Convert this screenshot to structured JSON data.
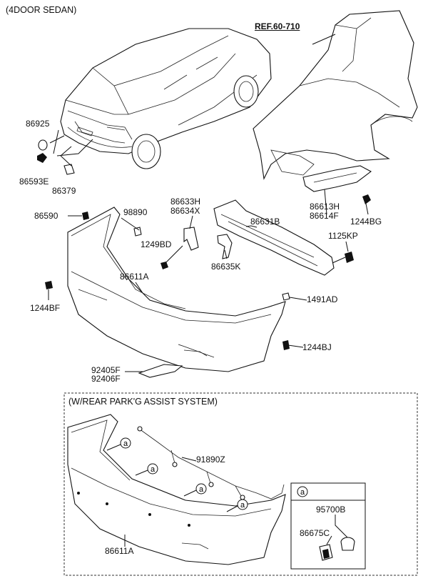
{
  "header": {
    "variant": "(4DOOR SEDAN)",
    "reference": "REF.60-710"
  },
  "part_numbers": {
    "p86925": "86925",
    "p86593E": "86593E",
    "p86379": "86379",
    "p86590": "86590",
    "p98890": "98890",
    "p86633H": "86633H",
    "p86634X": "86634X",
    "p86631B": "86631B",
    "p86613H": "86613H",
    "p86614F": "86614F",
    "p1244BG": "1244BG",
    "p1125KP": "1125KP",
    "p1249BD": "1249BD",
    "p86635K": "86635K",
    "p86611A": "86611A",
    "p1244BF": "1244BF",
    "p1491AD": "1491AD",
    "p1244BJ": "1244BJ",
    "p92405F": "92405F",
    "p92406F": "92406F"
  },
  "assist_section": {
    "title": "(W/REAR PARK'G ASSIST SYSTEM)",
    "harness": "91890Z",
    "bumper": "86611A",
    "callout_letter": "a",
    "detail_letter": "a",
    "sensor": "95700B",
    "sensor_holder": "86675C"
  }
}
